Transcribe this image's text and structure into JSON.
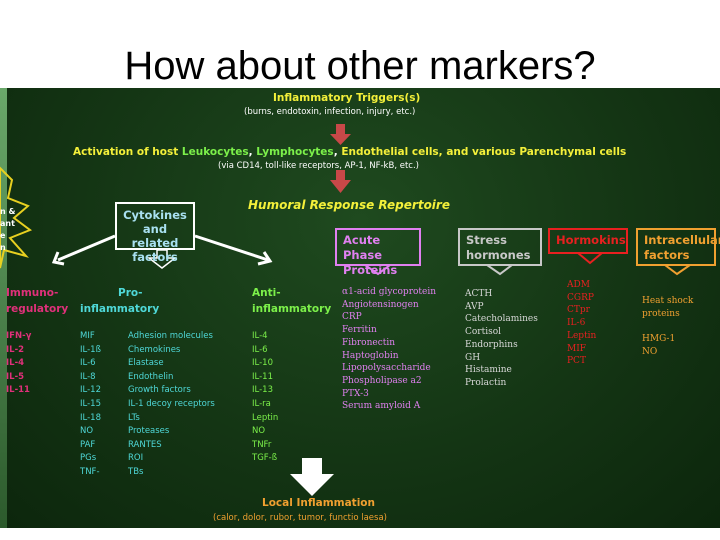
{
  "slide": {
    "title": "How about other markers?"
  },
  "diagram": {
    "triggers": {
      "title": "Inflammatory Triggers(s)",
      "sub": "(burns, endotoxin, infection, injury, etc.)"
    },
    "activation": {
      "prefix": "Activation of host",
      "leuko": "Leukocytes",
      "c1": ",",
      "lympho": "Lymphocytes",
      "c2": ",",
      "rest": "Endothelial cells, and various Parenchymal cells",
      "sub": "(via CD14, toll-like receptors, AP-1, NF-kB, etc.)"
    },
    "humoral": "Humoral Response Repertoire",
    "starburst_text": [
      "n &",
      "ant",
      "e",
      "n"
    ],
    "cytokines": "Cytokines and related factors",
    "immuno": {
      "header": "Immuno-regulatory",
      "items": [
        "IFN-γ",
        "IL-2",
        "IL-4",
        "IL-5",
        "IL-11"
      ]
    },
    "pro": {
      "header": "Pro-inflammatory",
      "col1": [
        "MIF",
        "IL-1ß",
        "IL-6",
        "IL-8",
        "IL-12",
        "IL-15",
        "IL-18",
        "NO",
        "PAF",
        "PGs",
        "TNF-"
      ],
      "col2": [
        "Adhesion molecules",
        "Chemokines",
        "Elastase",
        "Endothelin",
        "Growth factors",
        "IL-1 decoy receptors",
        "LTs",
        "Proteases",
        "RANTES",
        "ROI",
        "TBs"
      ]
    },
    "anti": {
      "header": "Anti-inflammatory",
      "items": [
        "IL-4",
        "IL-6",
        "IL-10",
        "IL-11",
        "IL-13",
        "IL-ra",
        "Leptin",
        "NO",
        "TNFr",
        "TGF-ß"
      ]
    },
    "acute": {
      "header": "Acute Phase Proteins",
      "items": [
        "α1-acid glycoprotein",
        "Angiotensinogen",
        "CRP",
        "Ferritin",
        "Fibronectin",
        "Haptoglobin",
        "Lipopolysaccharide",
        "Phospholipase a2",
        "PTX-3",
        "Serum amyloid A"
      ]
    },
    "stress": {
      "header": "Stress hormones",
      "items": [
        "ACTH",
        "AVP",
        "Catecholamines",
        "Cortisol",
        "Endorphins",
        "GH",
        "Histamine",
        "Prolactin"
      ]
    },
    "hormokins": {
      "header": "Hormokins",
      "items": [
        "ADM",
        "CGRP",
        "CTpr",
        "IL-6",
        "Leptin",
        "MIF",
        "PCT"
      ]
    },
    "intracellular": {
      "header": "Intracellular factors",
      "items": [
        "Heat shock",
        "proteins",
        "",
        "HMG-1",
        "NO"
      ]
    },
    "local": {
      "title": "Local Inflammation",
      "sub": "(calor, dolor, rubor, tumor, functio laesa)"
    },
    "colors": {
      "yellow": "#f4f03a",
      "green": "#7cf04a",
      "cyan": "#4fd8d8",
      "magenta": "#e0307a",
      "pink": "#e080f0",
      "gray": "#c8c8c8",
      "red": "#e82020",
      "orange": "#f0a030"
    }
  }
}
